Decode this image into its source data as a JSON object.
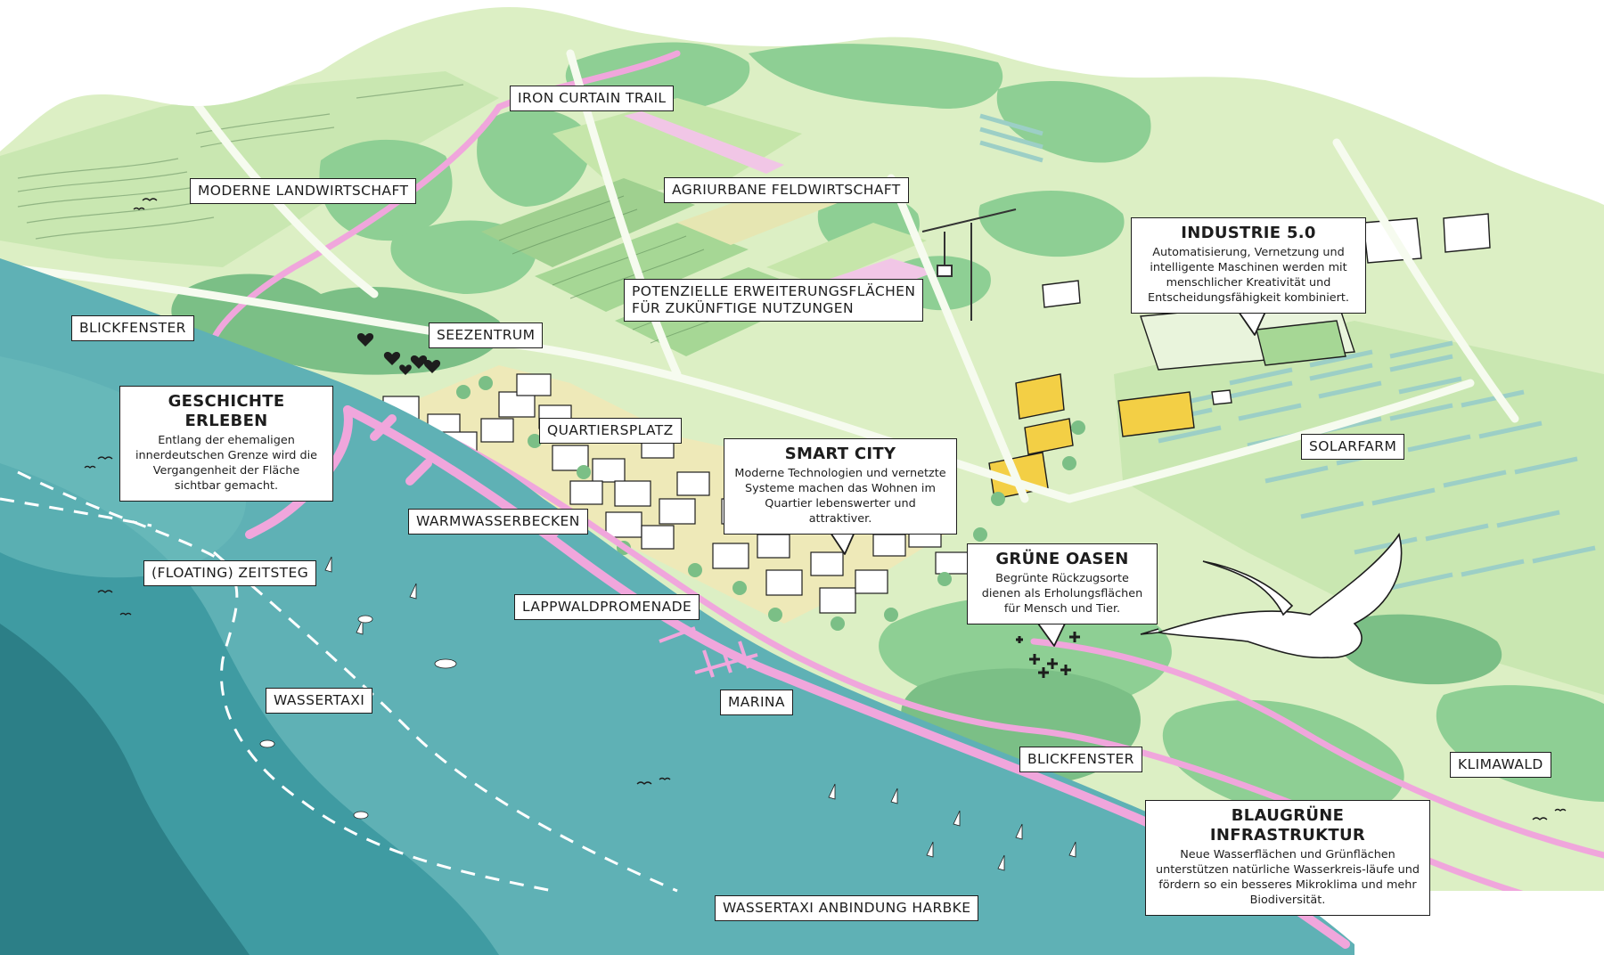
{
  "labels": {
    "iron_curtain_trail": "IRON CURTAIN TRAIL",
    "moderne_landwirtschaft": "MODERNE LANDWIRTSCHAFT",
    "agriurbane_feldwirtschaft": "AGRIURBANE FELDWIRTSCHAFT",
    "erweiterung_line1": "POTENZIELLE ERWEITERUNGSFLÄCHEN",
    "erweiterung_line2": "FÜR ZUKÜNFTIGE NUTZUNGEN",
    "blickfenster_west": "BLICKFENSTER",
    "seezentrum": "SEEZENTRUM",
    "quartiersplatz": "QUARTIERSPLATZ",
    "warmwasserbecken": "WARMWASSERBECKEN",
    "floating_zeitsteg": "(FLOATING) ZEITSTEG",
    "lappwaldpromenade": "LAPPWALDPROMENADE",
    "wassertaxi": "WASSERTAXI",
    "marina": "MARINA",
    "solarfarm": "SOLARFARM",
    "blickfenster_south": "BLICKFENSTER",
    "klimawald": "KLIMAWALD",
    "wassertaxi_harbke": "WASSERTAXI ANBINDUNG HARBKE"
  },
  "callouts": {
    "geschichte": {
      "title": "GESCHICHTE ERLEBEN",
      "text": "Entlang der ehemaligen innerdeutschen Grenze wird die Vergangenheit der Fläche sichtbar gemacht."
    },
    "industrie": {
      "title": "INDUSTRIE 5.0",
      "text": "Automatisierung, Vernetzung und intelligente Maschinen werden mit menschlicher Kreativität und Entscheidungsfähigkeit kombiniert."
    },
    "smart_city": {
      "title": "SMART CITY",
      "text": "Moderne Technologien und vernetzte Systeme machen das Wohnen im Quartier lebenswerter und attraktiver."
    },
    "gruene_oasen": {
      "title": "GRÜNE OASEN",
      "text": "Begrünte Rückzugsorte dienen als Erholungsflächen für Mensch und Tier."
    },
    "blaugruen": {
      "title": "BLAUGRÜNE INFRASTRUKTUR",
      "text": "Neue Wasserflächen und Grünflächen unterstützen natürliche Wasserkreis-läufe und fördern so ein besseres Mikroklima und mehr Biodiversität."
    }
  },
  "colors": {
    "field_light": "#dcefc4",
    "field_mid": "#b9e2a6",
    "forest": "#8ecf94",
    "forest_dark": "#7bbf86",
    "path_pink": "#f0a6dc",
    "water_light": "#5fb1b5",
    "water_mid": "#3f9ba2",
    "water_dark": "#2c7f87",
    "solar": "#9ccfc6",
    "industry_yellow": "#f3cf45",
    "quarter_beige": "#eee9b8",
    "outline": "#1d1d1d"
  }
}
